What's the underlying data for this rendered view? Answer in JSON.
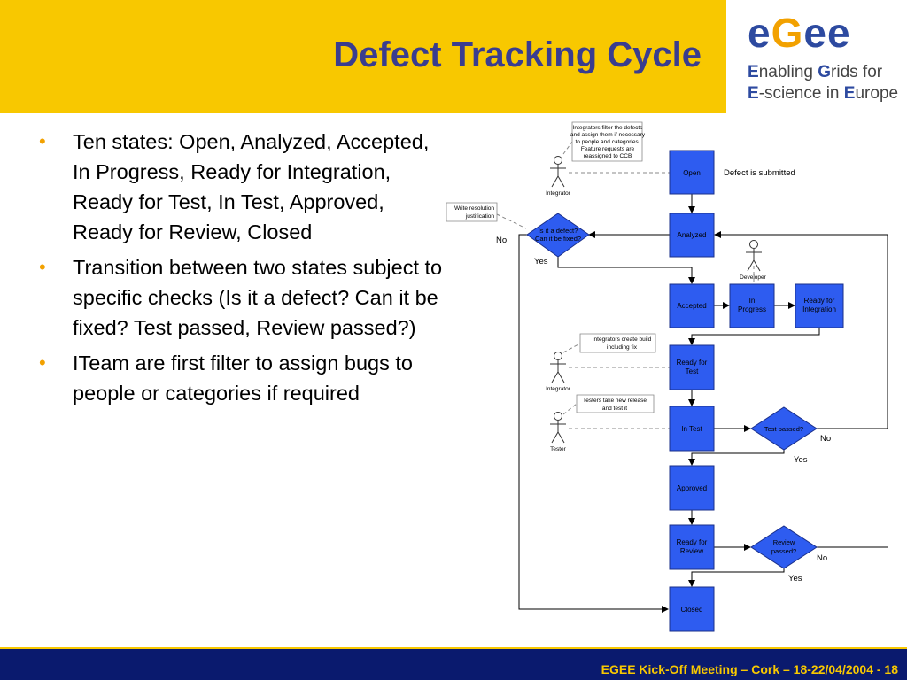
{
  "slide": {
    "title": "Defect Tracking Cycle",
    "footer": "EGEE Kick-Off Meeting – Cork – 18-22/04/2004 - 18"
  },
  "logo": {
    "word_parts": [
      "e",
      "G",
      "ee"
    ],
    "tagline_line1": [
      "E",
      "nabling ",
      "G",
      "rids for"
    ],
    "tagline_line2": [
      "E",
      "-science in ",
      "E",
      "urope"
    ]
  },
  "bullets": [
    "Ten states: Open, Analyzed, Accepted, In Progress, Ready for Integration, Ready for Test, In Test, Approved, Ready for Review, Closed",
    "Transition between two states subject to specific checks (Is it a defect? Can it be fixed? Test passed, Review passed?)",
    "ITeam are first filter to assign bugs to people or categories if required"
  ],
  "diagram": {
    "states": {
      "open": "Open",
      "analyzed": "Analyzed",
      "accepted": "Accepted",
      "in_progress": [
        "In",
        "Progress"
      ],
      "ready_integration": [
        "Ready for",
        "Integration"
      ],
      "ready_test": [
        "Ready for",
        "Test"
      ],
      "in_test": "In Test",
      "approved": "Approved",
      "ready_review": [
        "Ready for",
        "Review"
      ],
      "closed": "Closed"
    },
    "decisions": {
      "is_defect": [
        "Is it a defect?",
        "Can it be fixed?"
      ],
      "test_passed": "Test passed?",
      "review_passed": [
        "Review",
        "passed?"
      ]
    },
    "labels": {
      "defect_submitted": "Defect is submitted",
      "no": "No",
      "yes": "Yes"
    },
    "actors": {
      "integrator": "Integrator",
      "developer": "Developer",
      "tester": "Tester"
    },
    "notes": {
      "integrators_filter": [
        "Integrators filter the defects",
        "and assign them if necessary",
        "to people and categories.",
        "Feature requests are",
        "reassigned to CCB"
      ],
      "write_resolution": [
        "Write resolution",
        "justification"
      ],
      "create_build": [
        "Integrators create build",
        "including fix"
      ],
      "testers_take": [
        "Testers take new release",
        "and test it"
      ]
    },
    "colors": {
      "state_fill": "#2e5cf0",
      "state_stroke": "#1a2f8a"
    }
  }
}
